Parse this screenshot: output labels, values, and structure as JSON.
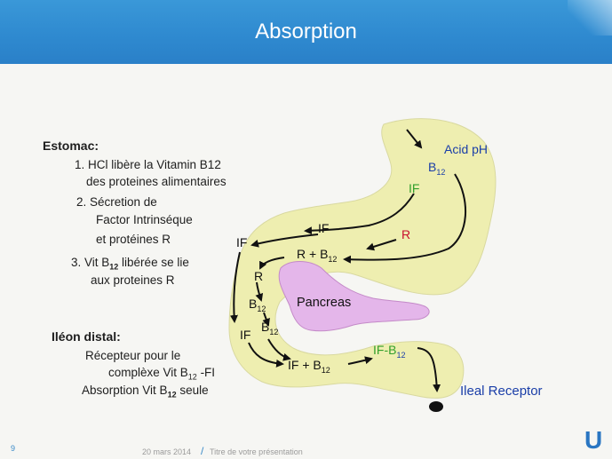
{
  "banner": {
    "title": "Absorption"
  },
  "stomach": {
    "heading": "Estomac:",
    "items": [
      [
        "1. HCl  libère la Vitamin B12",
        "des proteines alimentaires"
      ],
      [
        "2. Sécretion de",
        "Factor Intrinséque",
        "et protéines R"
      ],
      [
        "3. Vit B",
        "12",
        " libérée se lie",
        "aux proteines R"
      ]
    ]
  },
  "ileum": {
    "heading": "Iléon distal:",
    "line1": "Récepteur pour le",
    "line2_a": "complèxe Vit B",
    "line2_sub": "12",
    "line2_b": " -FI",
    "line3_a": "Absorption Vit B",
    "line3_sub": "12",
    "line3_b": " seule"
  },
  "diagram": {
    "acid": "Acid pH",
    "b12_top": "B",
    "b12_top_sub": "12",
    "if_green": "IF",
    "r_red": "R",
    "if_mid": "IF",
    "if_left": "IF",
    "r_plus_b12_a": "R + B",
    "r_plus_b12_sub": "12",
    "r_left": "R",
    "b12_a": "B",
    "b12_a_sub": "12",
    "b12_b": "B",
    "b12_b_sub": "12",
    "if_low": "IF",
    "pancreas": "Pancreas",
    "if_plus_b12_a": "IF + B",
    "if_plus_b12_sub": "12",
    "ifb12_a": "IF-B",
    "ifb12_sub": "12",
    "ileal": "Ileal Receptor",
    "colors": {
      "tract": "#eeeeb0",
      "pancreas": "#e4b6ea",
      "blue": "#1a3ea8",
      "green": "#33a02c",
      "red": "#c8102e"
    }
  },
  "footer": {
    "page": "9",
    "date": "20 mars 2014",
    "sep": "/",
    "title": "Titre de votre présentation",
    "logo": "U"
  }
}
